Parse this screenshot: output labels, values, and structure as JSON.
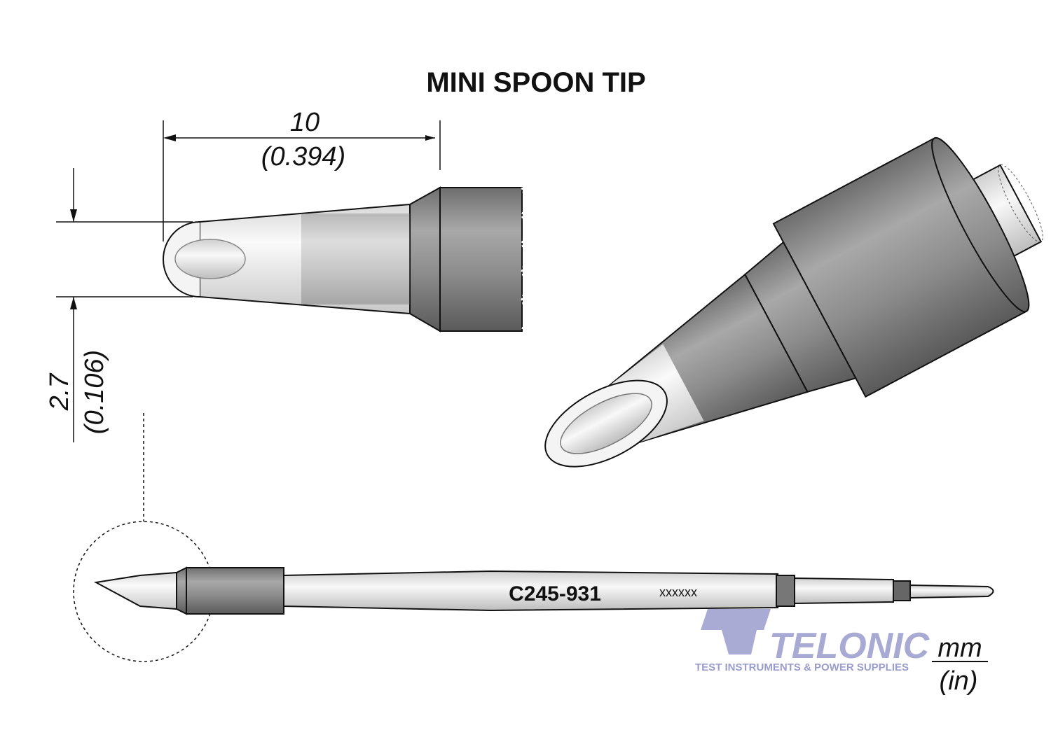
{
  "title": "MINI SPOON TIP",
  "dimensions": {
    "length_mm": "10",
    "length_in": "(0.394)",
    "width_mm": "2.7",
    "width_in": "(0.106)"
  },
  "part_number": "C245-931",
  "lot_code": "xxxxxx",
  "units": {
    "top": "mm",
    "bottom": "(in)"
  },
  "logo": {
    "name": "TELONIC",
    "tagline": "TEST INSTRUMENTS & POWER SUPPLIES",
    "color": "#9a9ccc"
  },
  "colors": {
    "tip_light": "#f2f2f2",
    "body_grey": "#8a8a8a",
    "line": "#111111"
  }
}
